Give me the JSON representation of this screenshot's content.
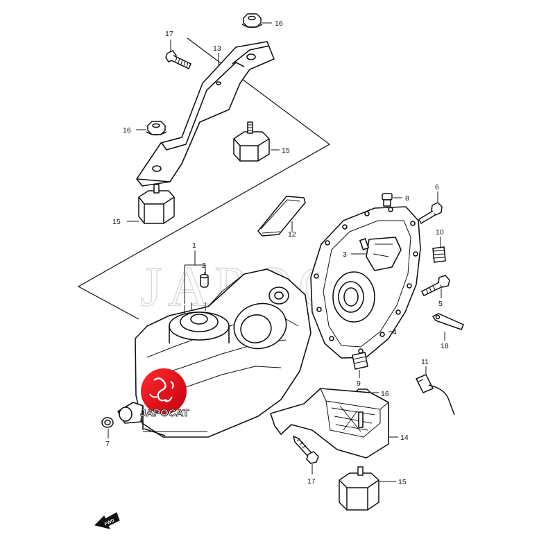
{
  "watermark": "JAPOCAT",
  "logo": {
    "text": "JAPOCAT",
    "color": "#e30613"
  },
  "forward_arrow": {
    "text": "FWD"
  },
  "callouts": [
    {
      "id": "c1",
      "label": "1"
    },
    {
      "id": "c2",
      "label": "2"
    },
    {
      "id": "c3",
      "label": "3"
    },
    {
      "id": "c4",
      "label": "4"
    },
    {
      "id": "c5",
      "label": "5"
    },
    {
      "id": "c6",
      "label": "6"
    },
    {
      "id": "c7",
      "label": "7"
    },
    {
      "id": "c8",
      "label": "8"
    },
    {
      "id": "c9",
      "label": "9"
    },
    {
      "id": "c10",
      "label": "10"
    },
    {
      "id": "c11",
      "label": "11"
    },
    {
      "id": "c12",
      "label": "12"
    },
    {
      "id": "c13",
      "label": "13"
    },
    {
      "id": "c14",
      "label": "14"
    },
    {
      "id": "c15a",
      "label": "15"
    },
    {
      "id": "c15b",
      "label": "15"
    },
    {
      "id": "c15c",
      "label": "15"
    },
    {
      "id": "c16a",
      "label": "16"
    },
    {
      "id": "c16b",
      "label": "16"
    },
    {
      "id": "c16c",
      "label": "16"
    },
    {
      "id": "c17a",
      "label": "17"
    },
    {
      "id": "c17b",
      "label": "17"
    },
    {
      "id": "c18",
      "label": "18"
    }
  ]
}
